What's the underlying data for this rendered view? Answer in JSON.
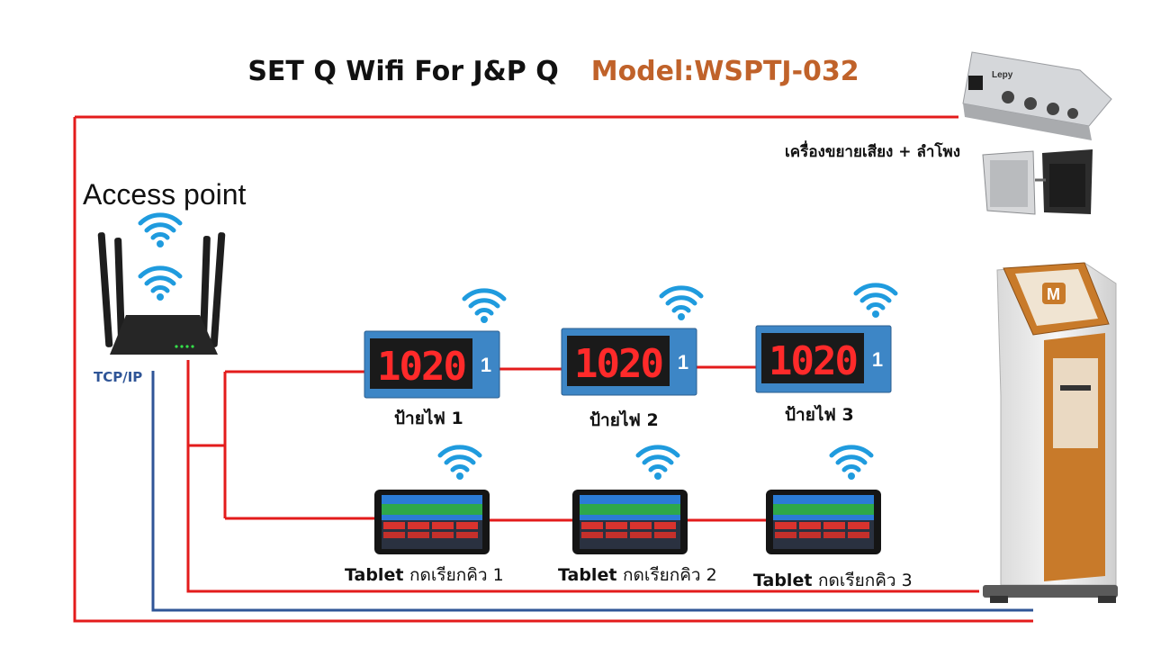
{
  "title": {
    "main": "SET Q Wifi  For J&P Q",
    "model": "Model:WSPTJ-032"
  },
  "access_point": {
    "label": "Access point",
    "protocol": "TCP/IP"
  },
  "amplifier": {
    "label": "เครื่องขยายเสียง + ลำโพง",
    "brand": "Lepy"
  },
  "kiosk": {
    "logo_letter": "M"
  },
  "signs": [
    {
      "number": "1020",
      "counter": "1",
      "label": "ป้ายไฟ 1"
    },
    {
      "number": "1020",
      "counter": "1",
      "label": "ป้ายไฟ 2"
    },
    {
      "number": "1020",
      "counter": "1",
      "label": "ป้ายไฟ 3"
    }
  ],
  "tablets": [
    {
      "name": "Tablet",
      "action": "กดเรียกคิว 1"
    },
    {
      "name": "Tablet",
      "action": "กดเรียกคิว 2"
    },
    {
      "name": "Tablet",
      "action": "กดเรียกคิว 3"
    }
  ],
  "colors": {
    "power_line": "#e31b1b",
    "network_line": "#2f5597",
    "model_text": "#c0622a",
    "wifi": "#1f9bde",
    "led": "#ff2a2a",
    "sign_frame": "#3d86c6",
    "kiosk_panel": "#c87a2a"
  }
}
